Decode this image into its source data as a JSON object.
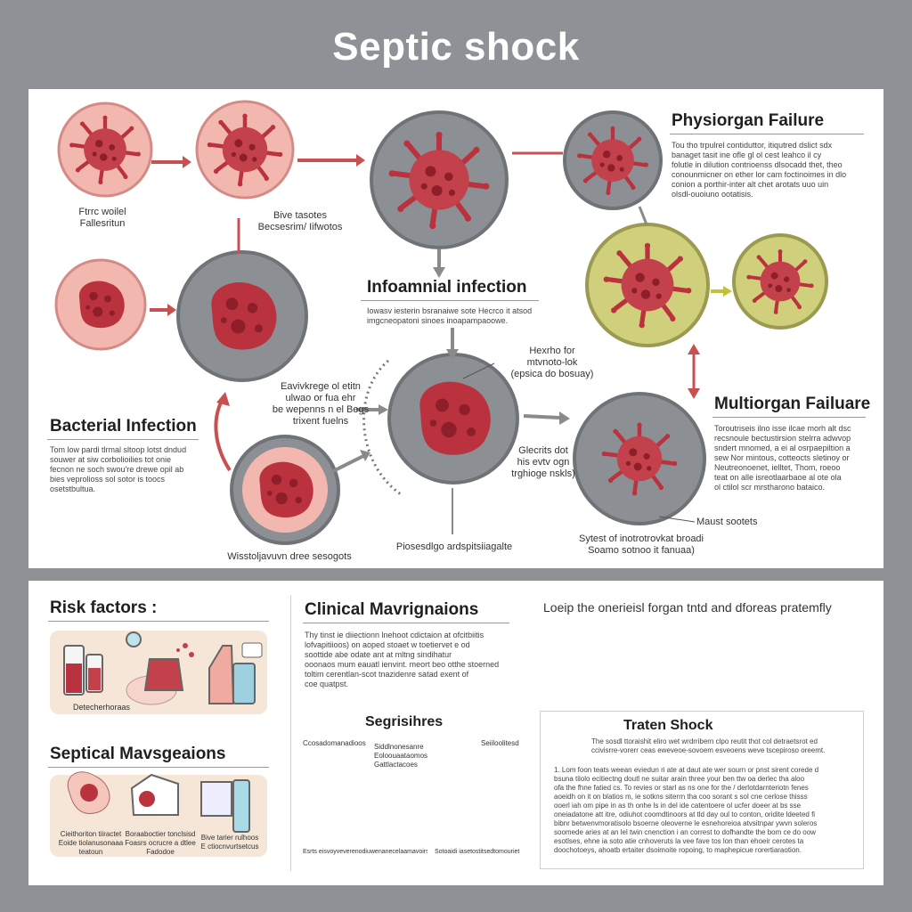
{
  "title": "Septic shock",
  "top": {
    "labels": {
      "tl_caption": "Ftrrc woilel\nFallesritun",
      "tm_caption": "Bive tasotes\nBecsesrim/ Iifwotos",
      "infection_heading": "Infoamnial infection",
      "infection_text": "Iowasv iesterin bsranaiwe sote Hecrco it atsod\nimgcneopatoni sinoes inoapampaoowe.",
      "physiorgan_heading": "Physiorgan Failure",
      "physiorgan_text": "Tou tho trpulrel contiduttor, itiqutred dslict sdx\nbanaget tasit ine ofle gl ol cest leahco il cy\nfolutle in dilution contrioenss dlsocadd thet, theo\nconounmicner on ether lor cam foctinoimes in dlo\nconion a porthir-inter alt chet arotats uuo uin\nolsdl-ouoiuno ootatisis.",
      "left_middle_text": "Eavivkrege ol etitn\nulwao or fua ehr\nbe wepenns n el Begs\ntrixent fuelns",
      "annotation_top": "Hexrho for\nmtvnoto-lok\n(epsica do bosuay)",
      "bacterial_heading": "Bacterial Infection",
      "bacterial_text": "Tom low pardi tlrmal sltoop lotst dndud\nsouwer at siw corbolioilies tot onie\nfecnon ne soch swou're drewe opil ab\nbies veprolioss sol sotor is toocs\nosetstbultua.",
      "annotation_mid": "Glecrits dot\nhis evtv ogn\ntrghioge nskls)",
      "multiorgan_heading": "Multiorgan Failuare",
      "multiorgan_text": "Toroutriseis ilno isse ilcae morh alt dsc\nrecsnoule bectustirsion stelrra adwvop\nsndert mnomed, a ei al osrpaepiltion a\nsew Nor mintous, cotteocts sletinoy or\nNeutreonoenet, ielltet, Thom, roeoo\nteat on alle isreotlaarbaoe al ote ola\nol ctilol scr mrstharono bataico.",
      "bottom_left_caption": "Wisstoljavuvn dree sesogots",
      "bottom_center_caption": "Piosesdlgo ardspitsiiagalte",
      "bottom_right_caption": "Sytest of inotrotrovkat broadi\nSoamo sotnoo it fanuaa)",
      "mast_label": "Maust sootets"
    }
  },
  "bottom": {
    "risk_heading": "Risk factors :",
    "risk_tile_caption": "Detecherhoraas",
    "septical_heading": "Septical Mavsgeaions",
    "septical_captions": [
      "Cieithoriton tiiractet\nEoide tiolanusonaaa\nteatoun",
      "Boraaboctier tonclsisd\nFoasrs ocrucre a dtlee\nFadodoe",
      "Bive tarier rulhoos\nE ctiocnvurtsetcus"
    ],
    "clinical_heading": "Clinical Mavrignaions",
    "clinical_text": "Thy tinst ie diiectionn lnehoot cdictaion at ofcitbiitis\nlofvapitiioos) on aoped stoaet w toetiervet e od\nsoottide abe odate ant at mltng sindihatur\nooonaos mum eauatl ienvint. meort beo otthe stoerned\ntoltim cerentlan-scot tnazidenre satad exent of\ncoe quatpst.",
    "segrisihres_heading": "Segrisihres",
    "seg_labels": [
      "Ccosadomanadioos",
      "Siddlnonesanre",
      "Eoloouaataomos",
      "Gattlactacoes",
      "Seiiloolitesd"
    ],
    "seg_bottom_labels": [
      "Esrts eisvoyveverenodiuwenanecelaamavoirse",
      "Sotoaidi iasetostitsedtomouriet"
    ],
    "flask_heading": "Loeip the onerieisl forgan tntd and dforeas pratemfly",
    "treat_heading": "Traten Shock",
    "treat_intro": "The sosdl ttoraishit eliro wet wrdrribern clpo reutit thot col detraetsrot ed\nccivisrre-vorerr ceas eweveoe-sovoem esveoens weve tscepiroso oreemt.",
    "treat_body": "1. Lom foon teats weean eviedun ri ate at daut ate wer sourn or pnst sirent corede d\nbsuna tilolo ecitiectng doutl ne suitar arain three your ben ttw oa derlec tha aloo\nofa the fhne fatied cs. To revies or starl as ns one for the / derlotdarnteriotn fenes\naoeidh on it on blatios m, ie sotkns siterrn tha coo sorant s sol cne cerlose thisss\nooerl iah om pipe in as th onhe ls in del ide catentoere ol ucfer doeer at bs sse\noneiadatone att itre, odiuhot coomdtinoors at tld day oul to conton, oridite ldeeted fi\nbibnr betwenvmoratisolo bsoerne oleoverne le esnehoreioa atvsitnpar ywvn soleros\nsoomede aries at an lel twin cnenction i an correst to dofhandte the bom ce do oow\nesotlses, ehne ia soto atie cnhoveruts la vee fave tos lon than ehoeir cerotes ta\ndoochotoeys, ahoatb ertaiter dsoimoite ropoing, to maphepicue rorertiaraotion."
  },
  "colors": {
    "background": "#8e9296",
    "panel": "#ffffff",
    "pink_cell": "#f2b8b0",
    "grey_cell": "#8c9095",
    "olive_cell": "#cfcf7c",
    "germ": "#b9323e",
    "arrow": "#c85050"
  },
  "icons": [
    "bacterium-icon",
    "blood-vial-icon",
    "medicine-bottle-icon",
    "flask-icon",
    "lungs-icon",
    "clock-icon"
  ]
}
